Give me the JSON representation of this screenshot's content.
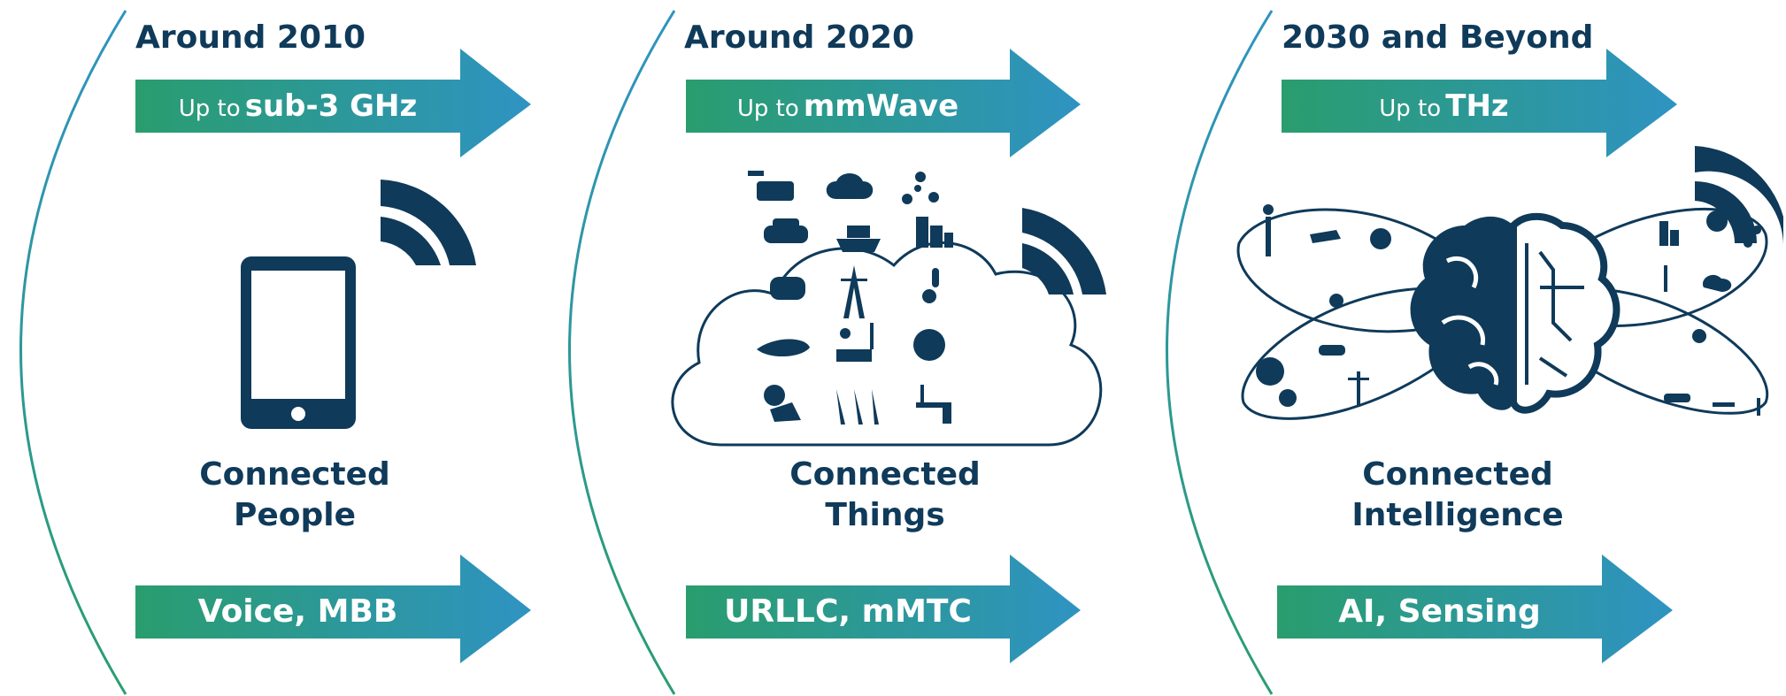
{
  "colors": {
    "navy": "#0f3a5a",
    "green": "#2a9d6e",
    "teal": "#2f93c2"
  },
  "stages": [
    {
      "era": "Around 2010",
      "frequency_prefix": "Up to",
      "frequency": "sub-3 GHz",
      "concept_line1": "Connected",
      "concept_line2": "People",
      "use_cases": "Voice, MBB",
      "illustration": "tablet-icon"
    },
    {
      "era": "Around 2020",
      "frequency_prefix": "Up to",
      "frequency": "mmWave",
      "concept_line1": "Connected",
      "concept_line2": "Things",
      "use_cases": "URLLC, mMTC",
      "illustration": "iot-cloud-icon"
    },
    {
      "era": "2030 and Beyond",
      "frequency_prefix": "Up to",
      "frequency": "THz",
      "concept_line1": "Connected",
      "concept_line2": "Intelligence",
      "use_cases": "AI, Sensing",
      "illustration": "ai-brain-icon"
    }
  ]
}
